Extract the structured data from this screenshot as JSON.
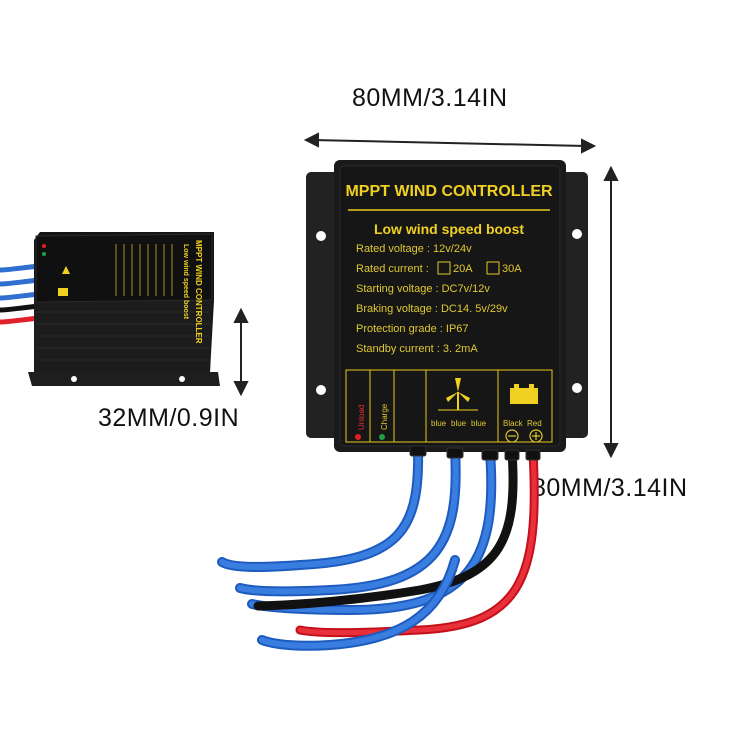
{
  "dimensions": {
    "width_label": "80MM/3.14IN",
    "height_label": "80MM/3.14IN",
    "depth_label": "32MM/0.9IN"
  },
  "front_panel": {
    "title": "MPPT WIND CONTROLLER",
    "subtitle": "Low wind speed boost",
    "specs": [
      "Rated voltage : 12v/24v",
      "Rated current :",
      "Starting voltage : DC7v/12v",
      "Braking voltage : DC14. 5v/29v",
      "Protection grade : IP67",
      "Standby current : 3. 2mA"
    ],
    "current_option_1": "20A",
    "current_option_2": "30A",
    "indicator_unload": "Unload",
    "indicator_charge": "Charge",
    "wire_labels": [
      "blue",
      "blue",
      "blue",
      "Black",
      "Red"
    ]
  },
  "side_panel": {
    "title": "MPPT WIND CONTROLLER",
    "subtitle": "Low wind speed boost"
  },
  "colors": {
    "housing": "#1a1a1a",
    "panel_text": "#f0d020",
    "wire_blue": "#2f6fd0",
    "wire_red": "#e0202a",
    "wire_black": "#1c1c1c",
    "led_red": "#e02020",
    "led_green": "#20a040"
  },
  "icons": [
    "wind-turbine-icon",
    "battery-icon",
    "minus-terminal-icon",
    "plus-terminal-icon"
  ]
}
